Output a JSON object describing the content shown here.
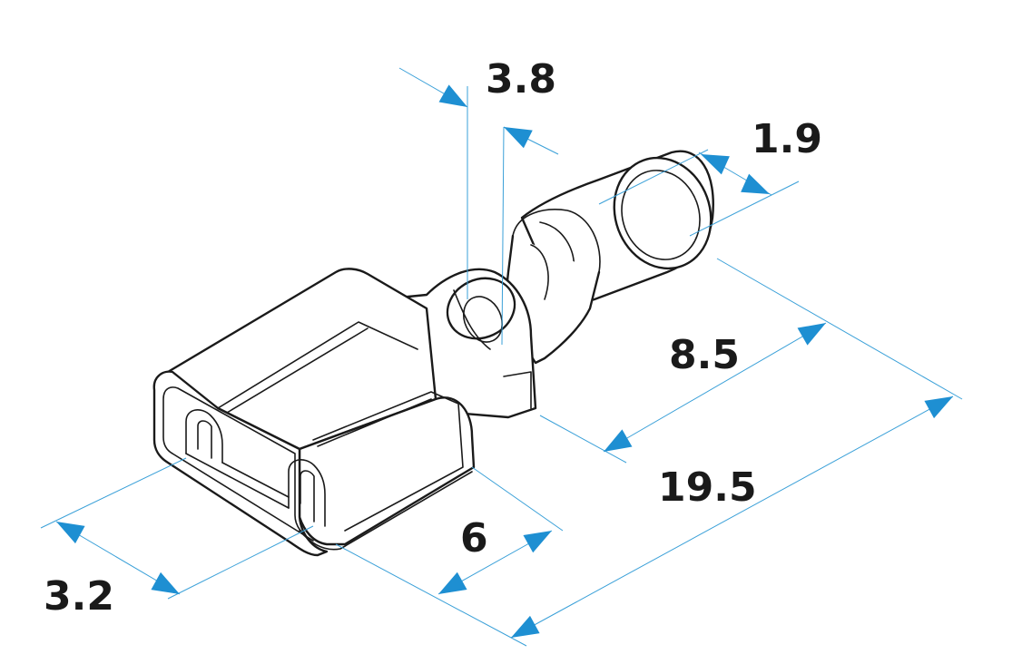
{
  "dimensions": {
    "d_3_8": "3.8",
    "d_1_9": "1.9",
    "d_8_5": "8.5",
    "d_19_5": "19.5",
    "d_6": "6",
    "d_3_2": "3.2"
  },
  "colors": {
    "dimension_line": "#3aa0d8",
    "arrow": "#1e8fd2",
    "outline": "#1a1a1a",
    "text": "#1a1a1a"
  }
}
